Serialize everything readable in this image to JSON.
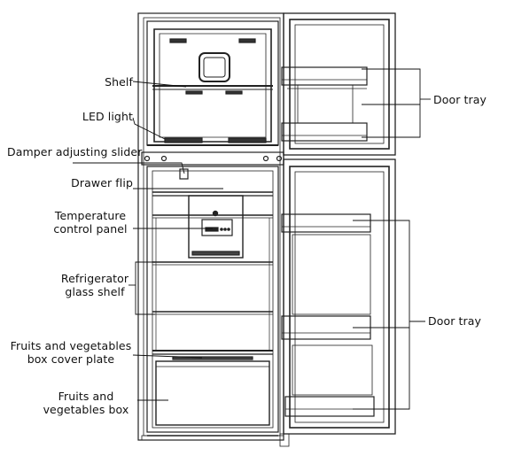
{
  "labels": {
    "shelf": "Shelf",
    "led_light": "LED light",
    "damper_slider": "Damper adjusting slider",
    "drawer_flip": "Drawer flip",
    "temp_panel_line1": "Temperature",
    "temp_panel_line2": "control panel",
    "glass_shelf_line1": "Refrigerator",
    "glass_shelf_line2": "glass shelf",
    "veg_cover_line1": "Fruits and vegetables",
    "veg_cover_line2": "box cover plate",
    "veg_box_line1": "Fruits and",
    "veg_box_line2": "vegetables box",
    "door_tray_upper": "Door  tray",
    "door_tray_lower": "Door  tray"
  }
}
